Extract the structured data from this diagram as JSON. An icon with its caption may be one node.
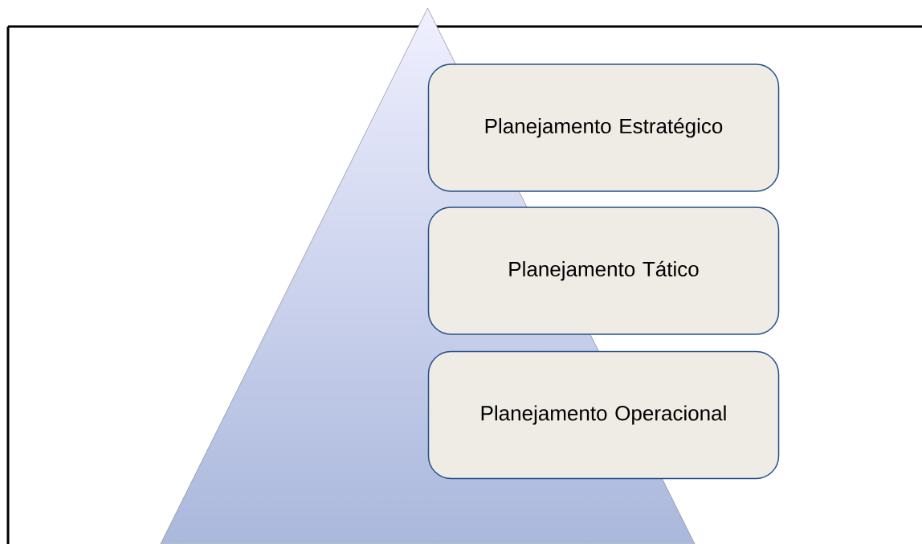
{
  "diagram": {
    "nodes": [
      {
        "text": [],
        "shape": "triangle"
      },
      {
        "text": [
          "Planejamento Estratégico"
        ]
      },
      {
        "text": [
          "Planejamento Tático"
        ]
      },
      {
        "text": [
          "Planejamento Operacional"
        ]
      }
    ]
  }
}
